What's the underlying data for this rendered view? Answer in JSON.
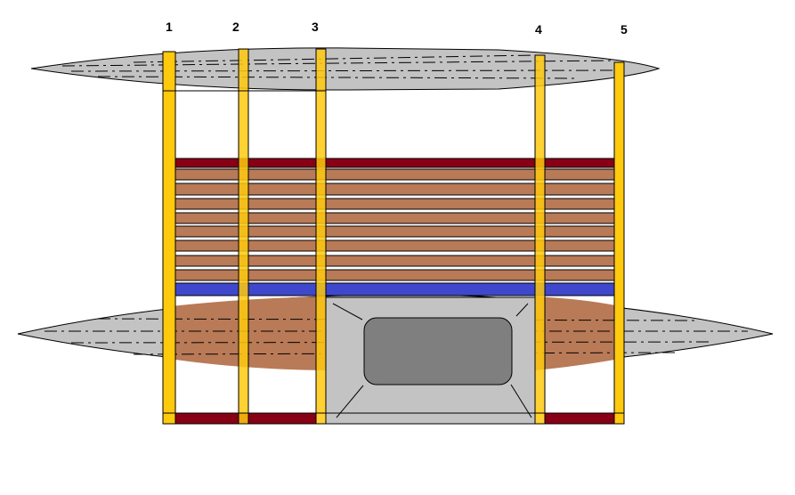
{
  "grid_labels": [
    "1",
    "2",
    "3",
    "4",
    "5"
  ],
  "colors": {
    "column": "#FFC90E",
    "beam_red": "#880015",
    "slat_brown": "#B97A57",
    "band_blue": "#3F48CC",
    "lens_grey": "#C3C3C3",
    "opening_grey": "#7F7F7F"
  }
}
